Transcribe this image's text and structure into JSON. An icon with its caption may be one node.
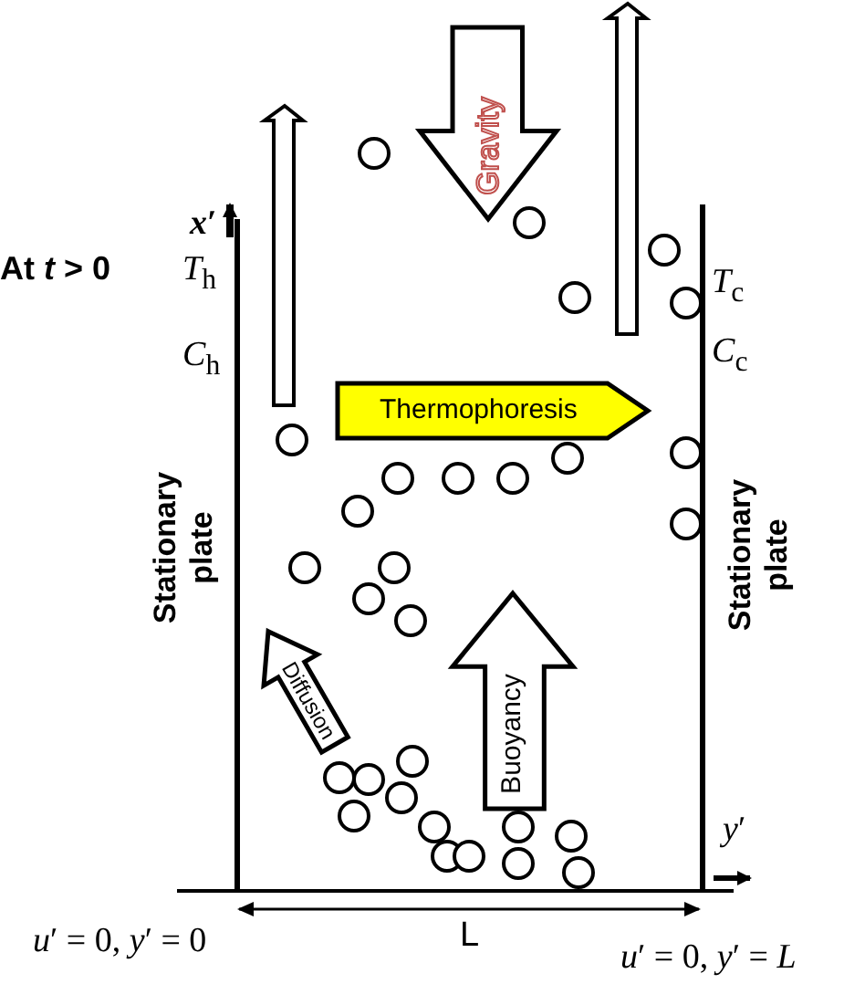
{
  "diagram": {
    "nodes": [
      {
        "text": [
          "Gravity"
        ]
      },
      {
        "text": [
          "Thermophoresis"
        ]
      },
      {
        "text": [
          "Diffusion"
        ]
      },
      {
        "text": [
          "Buoyancy"
        ]
      }
    ],
    "edges": [],
    "labels": [
      "*x*′",
      "At *t* > 0",
      "*T*$_{h}$",
      "*C*$_{h}$",
      "*T*$_{c}$",
      "*C*$_{c}$",
      "Stationary plate",
      "Stationary plate",
      "*y*′",
      "L",
      "*u*′ = 0, *y*′ = 0",
      "*u*′ = 0, *y*′ = *L*"
    ]
  }
}
